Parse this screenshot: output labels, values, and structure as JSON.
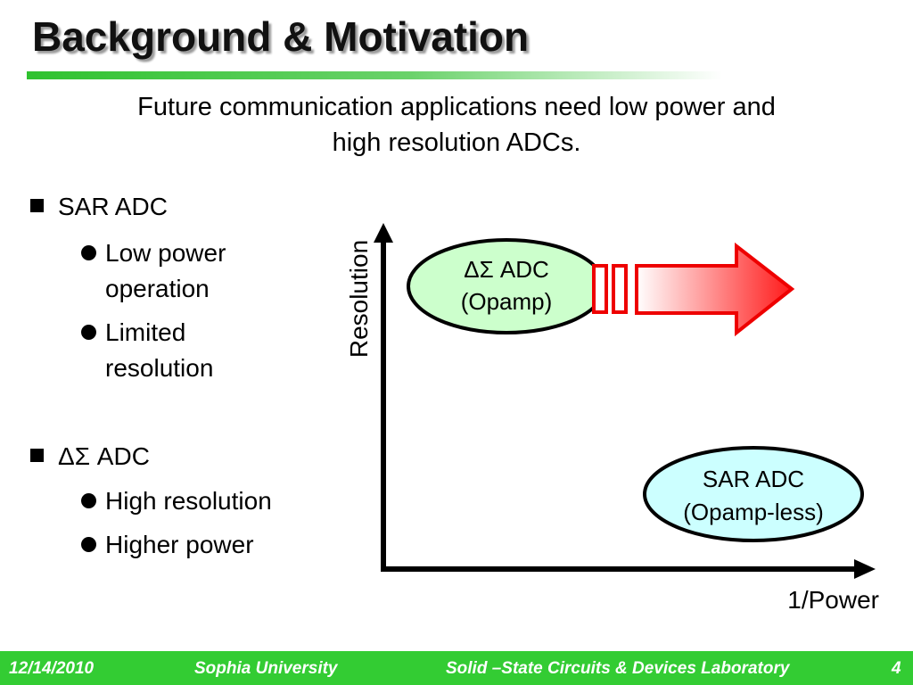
{
  "slide": {
    "title": "Background & Motivation",
    "subtitle_line1": "Future communication applications need low power and",
    "subtitle_line2": "high resolution ADCs."
  },
  "bullets": [
    {
      "label": "SAR ADC",
      "subitems": [
        "Low power operation",
        "Limited resolution"
      ]
    },
    {
      "label": "ΔΣ ADC",
      "subitems": [
        "High resolution",
        "Higher power"
      ]
    }
  ],
  "diagram": {
    "y_axis_label": "Resolution",
    "x_axis_label": "1/Power",
    "delta_sigma_ellipse": {
      "line1": "ΔΣ ADC",
      "line2": "(Opamp)",
      "fill": "#ccffcc"
    },
    "sar_ellipse": {
      "line1": "SAR ADC",
      "line2": "(Opamp-less)",
      "fill": "#ccffff"
    },
    "arrow_color": "#ff0000"
  },
  "footer": {
    "date": "12/14/2010",
    "university": "Sophia University",
    "lab": "Solid –State Circuits & Devices Laboratory",
    "page": "4",
    "color": "#33cc33"
  }
}
